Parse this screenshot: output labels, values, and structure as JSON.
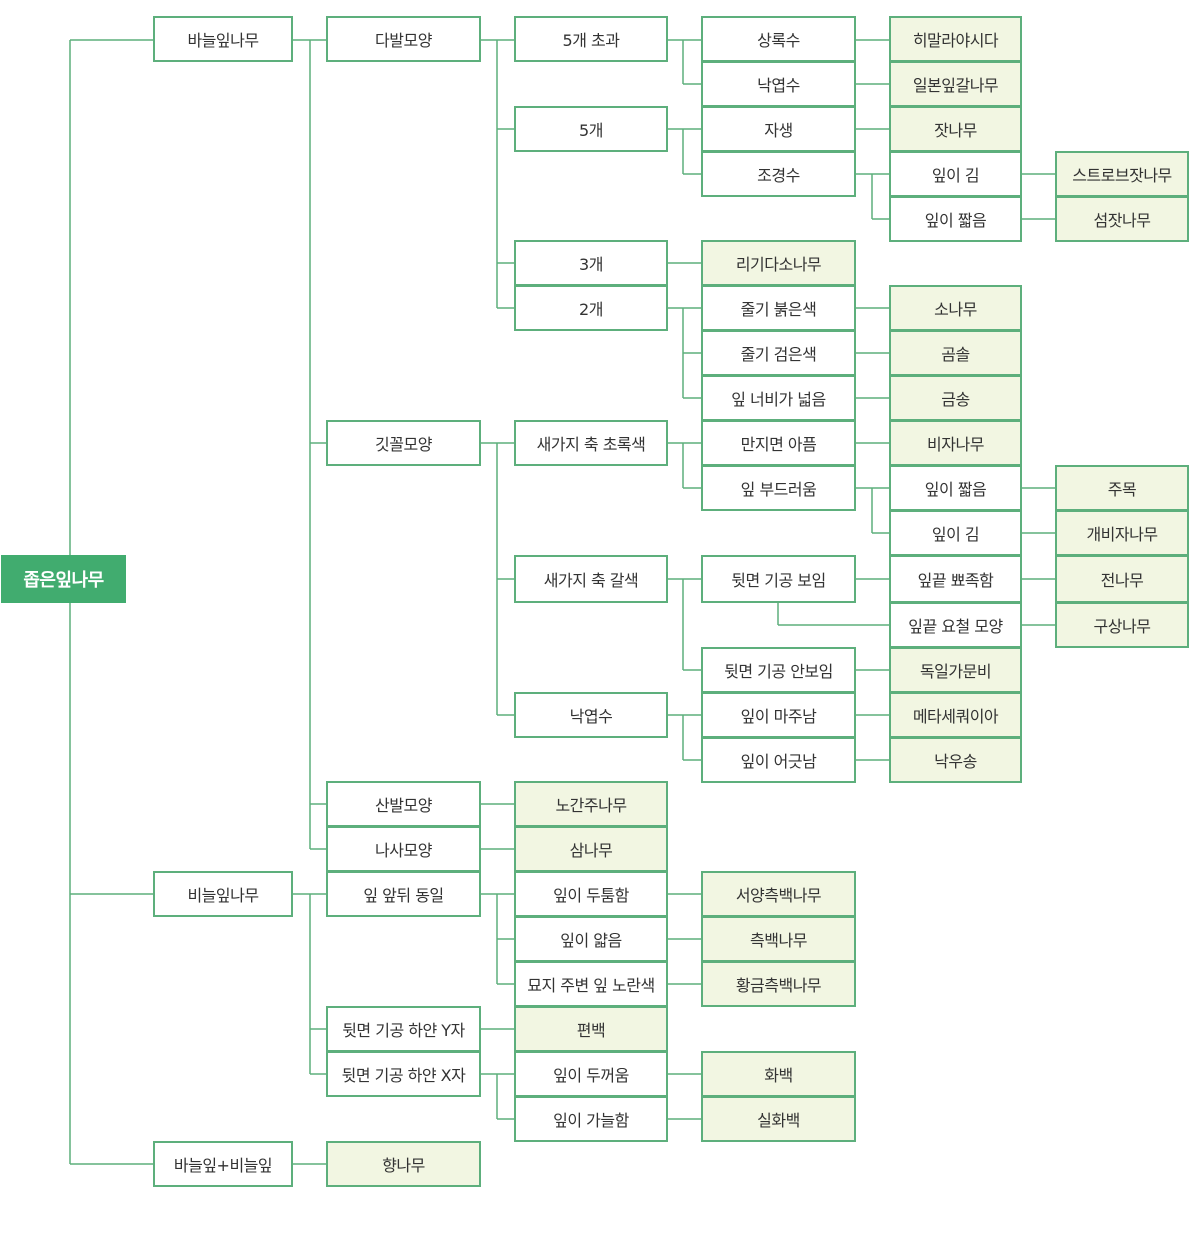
{
  "colors": {
    "line": "#5daf7c",
    "border": "#5daf7c",
    "leaf_fill": "#f2f6e2",
    "root_fill": "#41ac6f",
    "text": "#333333"
  },
  "root": "좁은잎나무",
  "nodes": {
    "g1": "바늘잎나무",
    "g2": "비늘잎나무",
    "g3": "바늘잎+비늘잎",
    "s1": "다발모양",
    "s2": "깃꼴모양",
    "s3": "산발모양",
    "s4": "나사모양",
    "s5": "잎 앞뒤 동일",
    "s6": "뒷면 기공 하얀 Y자",
    "s7": "뒷면 기공 하얀 X자",
    "s8": "향나무",
    "t1": "5개 초과",
    "t2": "5개",
    "t3": "3개",
    "t4": "2개",
    "t5": "새가지 축 초록색",
    "t6": "새가지 축 갈색",
    "t7": "낙엽수",
    "t8": "노간주나무",
    "t9": "삼나무",
    "t10": "잎이 두툼함",
    "t11": "잎이 얇음",
    "t12": "묘지 주변 잎 노란색",
    "t13": "편백",
    "t14": "잎이 두꺼움",
    "t15": "잎이 가늘함",
    "u1": "상록수",
    "u2": "낙엽수",
    "u3": "자생",
    "u4": "조경수",
    "u5": "리기다소나무",
    "u6": "줄기 붉은색",
    "u7": "줄기 검은색",
    "u8": "잎 너비가 넓음",
    "u9": "만지면 아픔",
    "u10": "잎 부드러움",
    "u11": "뒷면 기공 보임",
    "u12": "뒷면 기공 안보임",
    "u13": "잎이 마주남",
    "u14": "잎이 어긋남",
    "u15": "서양측백나무",
    "u16": "측백나무",
    "u17": "황금측백나무",
    "u18": "화백",
    "u19": "실화백",
    "v1": "히말라야시다",
    "v2": "일본잎갈나무",
    "v3": "잣나무",
    "v4": "잎이 김",
    "v5": "잎이 짧음",
    "v6": "소나무",
    "v7": "곰솔",
    "v8": "금송",
    "v9": "비자나무",
    "v10": "잎이 짧음",
    "v11": "잎이 김",
    "v12": "잎끝 뾰족함",
    "v13": "잎끝 요철 모양",
    "v14": "독일가문비",
    "v15": "메타세쿼이아",
    "v16": "낙우송",
    "w1": "스트로브잣나무",
    "w2": "섬잣나무",
    "w3": "주목",
    "w4": "개비자나무",
    "w5": "전나무",
    "w6": "구상나무"
  }
}
